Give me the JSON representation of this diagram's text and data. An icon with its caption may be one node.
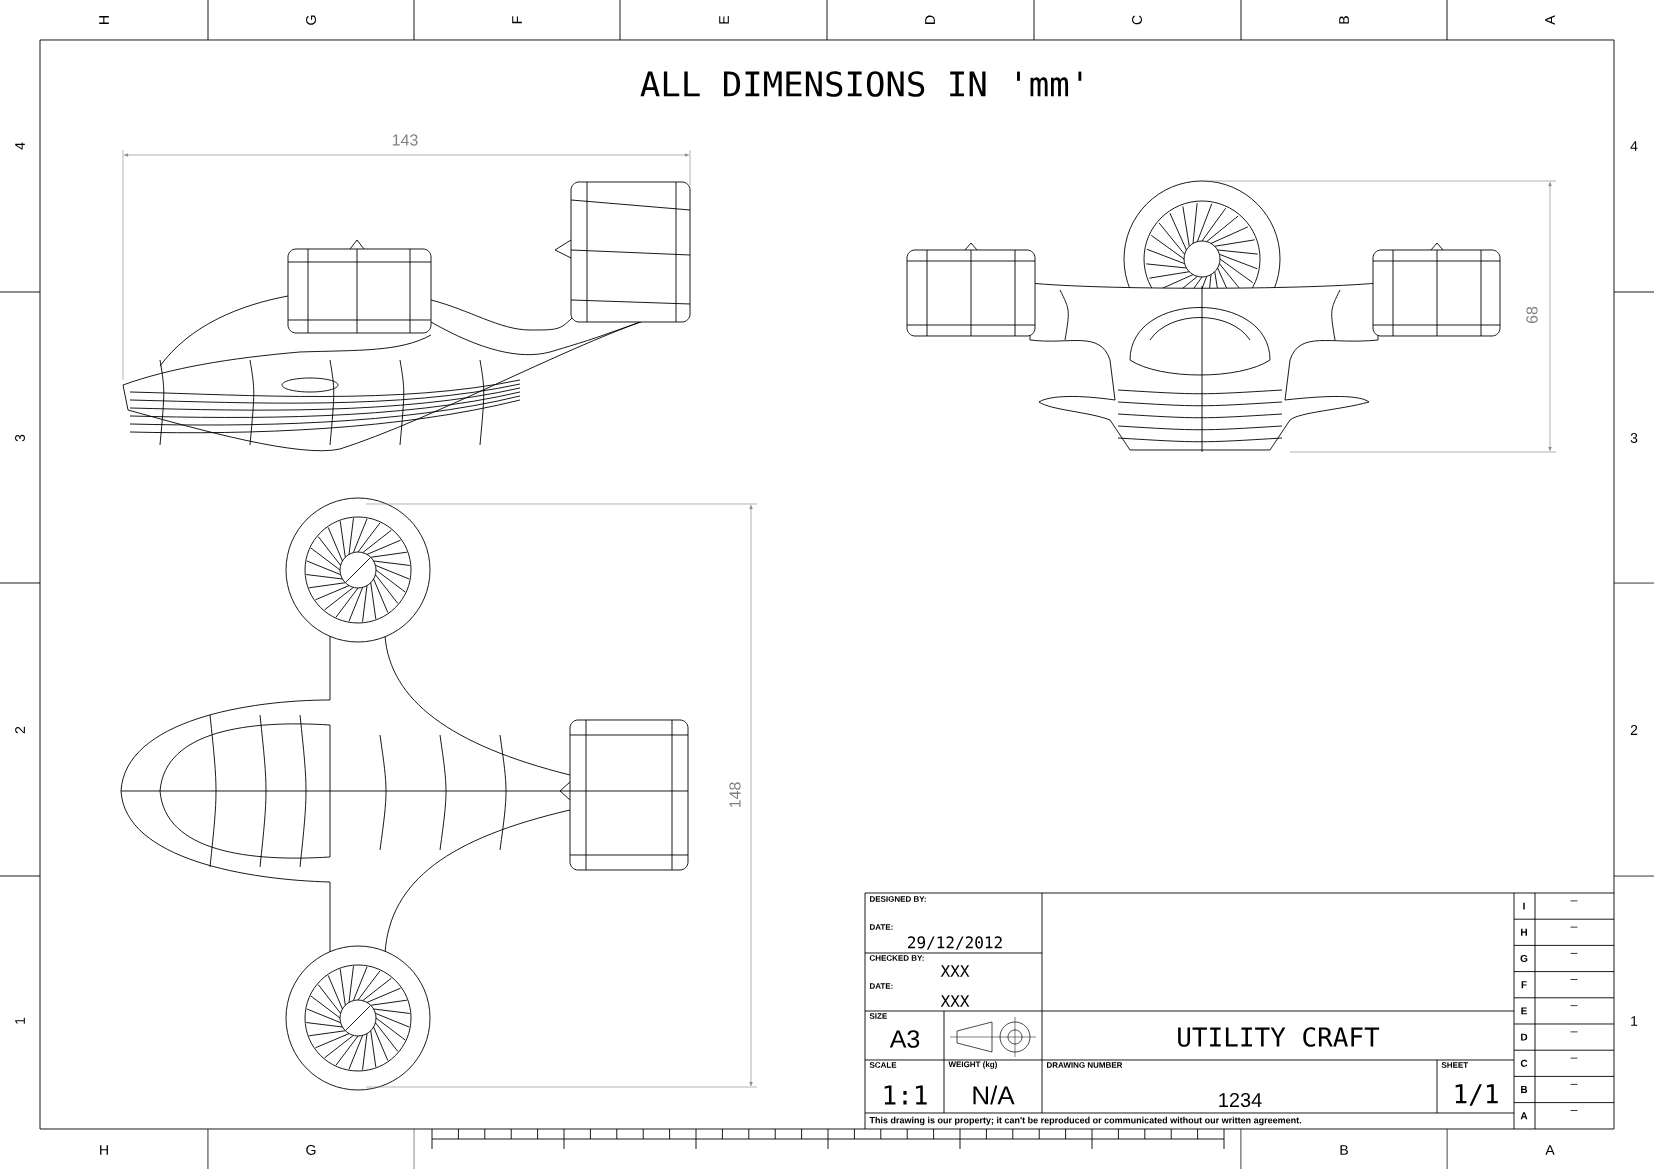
{
  "diagram": {
    "title": "ALL DIMENSIONS IN 'mm'",
    "labels": [
      "H",
      "G",
      "F",
      "E",
      "D",
      "C",
      "B",
      "A",
      "4",
      "3",
      "2",
      "1",
      "4",
      "3",
      "2",
      "1",
      "H",
      "G",
      "B",
      "A",
      "143",
      "68",
      "148",
      "DESIGNED BY:",
      "DATE:",
      "29/12/2012",
      "CHECKED BY:",
      "XXX",
      "DATE:",
      "XXX",
      "SIZE",
      "A3",
      "UTILITY CRAFT",
      "SCALE",
      "1:1",
      "WEIGHT (kg)",
      "N/A",
      "DRAWING NUMBER",
      "1234",
      "SHEET",
      "1/1",
      "This drawing is our property; it can't be reproduced or communicated without our written agreement.",
      "I",
      "_",
      "H",
      "_",
      "G",
      "_",
      "F",
      "_",
      "E",
      "_",
      "D",
      "_",
      "C",
      "_",
      "B",
      "_",
      "A",
      "_"
    ]
  }
}
